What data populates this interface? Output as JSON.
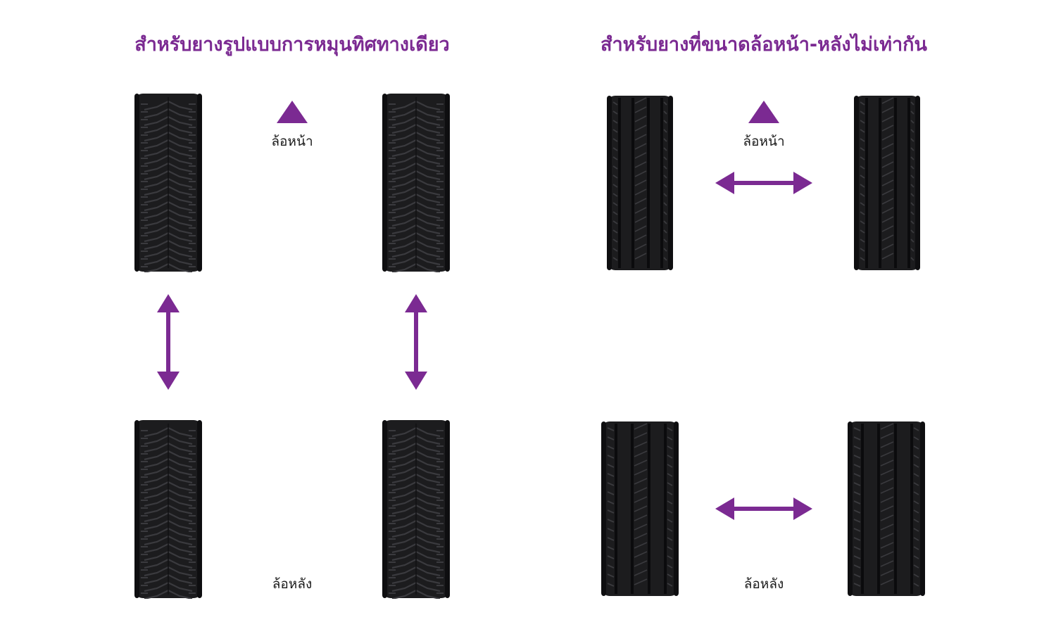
{
  "theme": {
    "accent": "#7b2a92",
    "text": "#1a1a1a",
    "tire_rubber": "#1c1c1e",
    "tire_tread": "#3a3a3e",
    "background": "#ffffff"
  },
  "left_panel": {
    "title": "สำหรับยางรูปแบบการหมุนทิศทางเดียว",
    "front_label": "ล้อหน้า",
    "rear_label": "ล้อหลัง",
    "tire_tread_style": "directional",
    "arrows": [
      "up-triangle-icon",
      "vertical-double-arrow-icon",
      "vertical-double-arrow-icon"
    ]
  },
  "right_panel": {
    "title": "สำหรับยางที่ขนาดล้อหน้า-หลังไม่เท่ากัน",
    "front_label": "ล้อหน้า",
    "rear_label": "ล้อหลัง",
    "tire_tread_style": "asymmetric",
    "arrows": [
      "up-triangle-icon",
      "horizontal-double-arrow-icon",
      "horizontal-double-arrow-icon"
    ]
  }
}
